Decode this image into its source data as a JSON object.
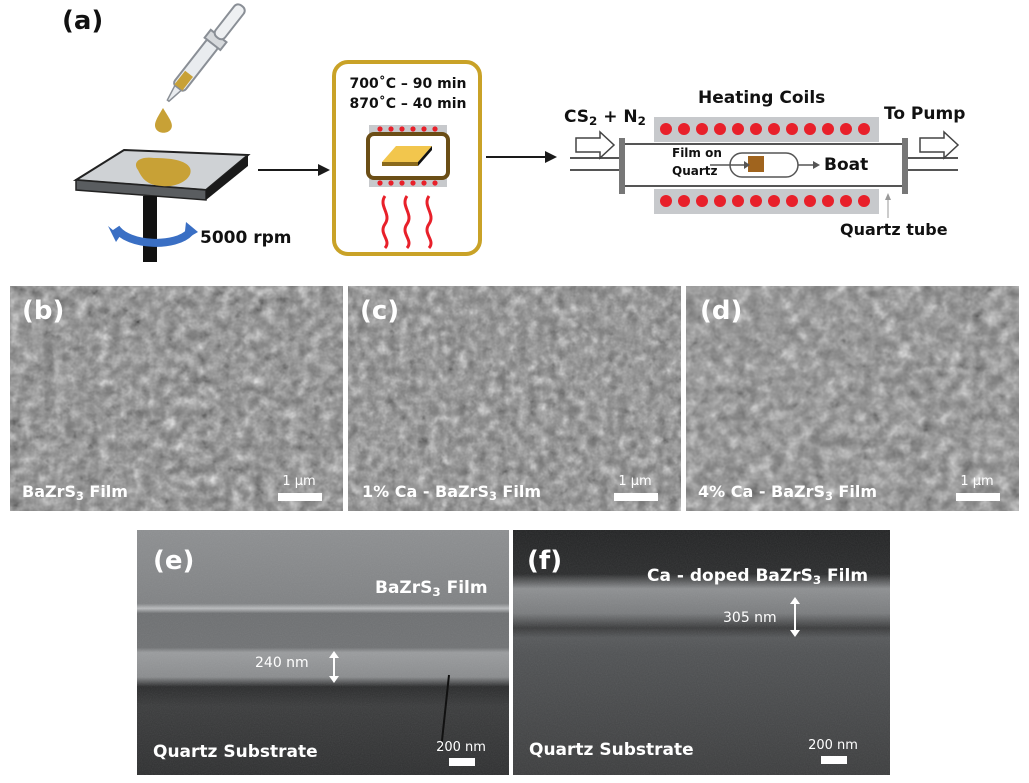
{
  "panel_a": {
    "label": "(a)",
    "spin_speed": "5000 rpm",
    "anneal_step1": "700˚C – 90 min",
    "anneal_step2": "870˚C – 40 min",
    "gas_in_main": "CS",
    "gas_in_sub": "2",
    "gas_in_tail": " + N",
    "gas_in_sub2": "2",
    "heating_coils": "Heating Coils",
    "to_pump": "To Pump",
    "film_on": "Film on",
    "quartz": "Quartz",
    "boat": "Boat",
    "quartz_tube": "Quartz tube"
  },
  "panel_b": {
    "label": "(b)",
    "caption_pre": "BaZrS",
    "caption_sub": "3",
    "caption_post": " Film",
    "scale": "1 µm"
  },
  "panel_c": {
    "label": "(c)",
    "caption_pre": "1% Ca - BaZrS",
    "caption_sub": "3",
    "caption_post": " Film",
    "scale": "1 µm"
  },
  "panel_d": {
    "label": "(d)",
    "caption_pre": "4% Ca - BaZrS",
    "caption_sub": "3",
    "caption_post": " Film",
    "scale": "1 µm"
  },
  "panel_e": {
    "label": "(e)",
    "film_pre": "BaZrS",
    "film_sub": "3",
    "film_post": " Film",
    "thickness": "240 nm",
    "substrate": "Quartz Substrate",
    "scale": "200 nm"
  },
  "panel_f": {
    "label": "(f)",
    "film_pre": "Ca - doped BaZrS",
    "film_sub": "3",
    "film_post": " Film",
    "thickness": "305 nm",
    "substrate": "Quartz Substrate",
    "scale": "200 nm"
  },
  "colors": {
    "gold_frame": "#c9a227",
    "film_gold": "#c8a136",
    "coil_red": "#e8202a",
    "arrow": "#1a1a1a",
    "rotation_blue": "#3a6fc4"
  }
}
